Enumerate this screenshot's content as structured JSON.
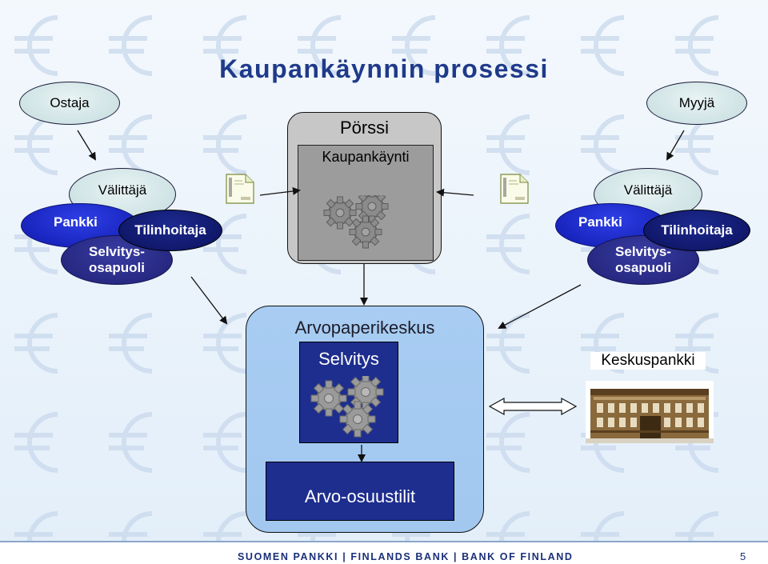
{
  "title": "Kaupankäynnin prosessi",
  "buyer": "Ostaja",
  "seller": "Myyjä",
  "left_group": {
    "broker": "Välittäjä",
    "bank": "Pankki",
    "custodian": "Tilinhoitaja",
    "clearing": "Selvitys-\nosapuoli"
  },
  "right_group": {
    "broker": "Välittäjä",
    "bank": "Pankki",
    "custodian": "Tilinhoitaja",
    "clearing": "Selvitys-\nosapuoli"
  },
  "exchange": {
    "title": "Pörssi",
    "subtitle": "Kaupankäynti"
  },
  "csd": {
    "title": "Arvopaperikeskus",
    "settlement": "Selvitys",
    "accounts": "Arvo-osuustilit"
  },
  "central_bank": "Keskuspankki",
  "footer": {
    "org": "SUOMEN PANKKI | FINLANDS BANK | BANK OF FINLAND",
    "page": "5"
  },
  "colors": {
    "title": "#1f3a8a",
    "light_ellipse": "#cfe3e5",
    "blue_ellipse": "#1621b8",
    "navy_box": "#1e2e8e",
    "exchange_box": "#c7c7c7",
    "csd_box": "#a8ccf2"
  },
  "icons": [
    "euro-pattern",
    "gear-icon",
    "document-icon",
    "building-photo",
    "double-arrow"
  ]
}
